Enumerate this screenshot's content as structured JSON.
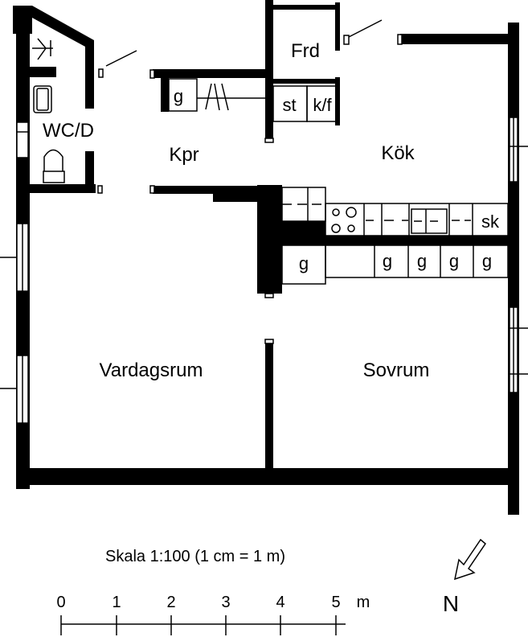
{
  "rooms": {
    "wc": "WC/D",
    "hall": "Kpr",
    "pantry": "Frd",
    "kitchen": "Kök",
    "living": "Vardagsrum",
    "bedroom": "Sovrum"
  },
  "fixtures": {
    "stove": "st",
    "fridge_freezer": "k/f",
    "sink": "sk",
    "wardrobe": "g"
  },
  "scale": {
    "label": "Skala 1:100 (1 cm = 1 m)",
    "ticks": [
      "0",
      "1",
      "2",
      "3",
      "4",
      "5"
    ],
    "unit": "m"
  },
  "north": {
    "label": "N"
  }
}
